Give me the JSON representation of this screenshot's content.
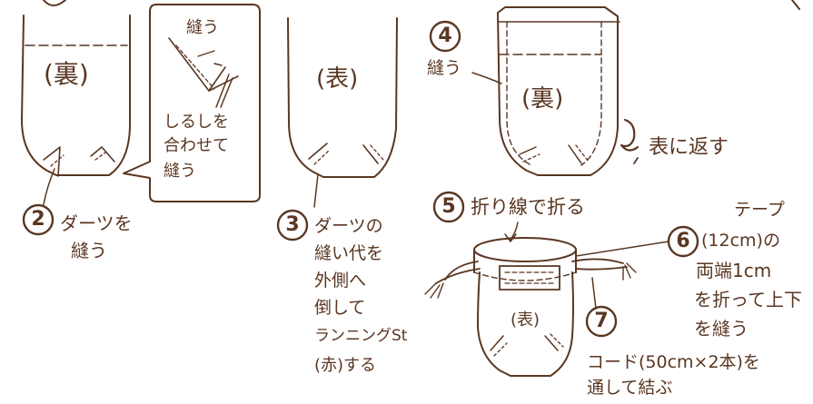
{
  "colors": {
    "ink": "#5a3621",
    "background": "#ffffff"
  },
  "panel1": {
    "label": "(裏)"
  },
  "inset": {
    "sew": "縫う",
    "line1": "しるしを",
    "line2": "合わせて",
    "line3": "縫う"
  },
  "step2": {
    "number": "2",
    "line1": "ダーツを",
    "line2": "縫う"
  },
  "panel3": {
    "label": "(表)"
  },
  "step3": {
    "number": "3",
    "line1": "ダーツの",
    "line2": "縫い代を",
    "line3": "外側へ",
    "line4": "倒して",
    "line5": "ランニングSt",
    "line6": "(赤)する"
  },
  "step4": {
    "number": "4",
    "sew": "縫う",
    "label": "(裏)"
  },
  "turn": {
    "text": "表に返す"
  },
  "step5": {
    "number": "5",
    "text": "折り線で折る"
  },
  "step6": {
    "number": "6",
    "line1": "テープ",
    "line2": "(12cm)の",
    "line3": "両端1cm",
    "line4": "を折って上下",
    "line5": "を縫う"
  },
  "finished": {
    "label": "(表)"
  },
  "step7": {
    "number": "7",
    "line1": "コード(50cm×2本)を",
    "line2": "通して結ぶ"
  }
}
